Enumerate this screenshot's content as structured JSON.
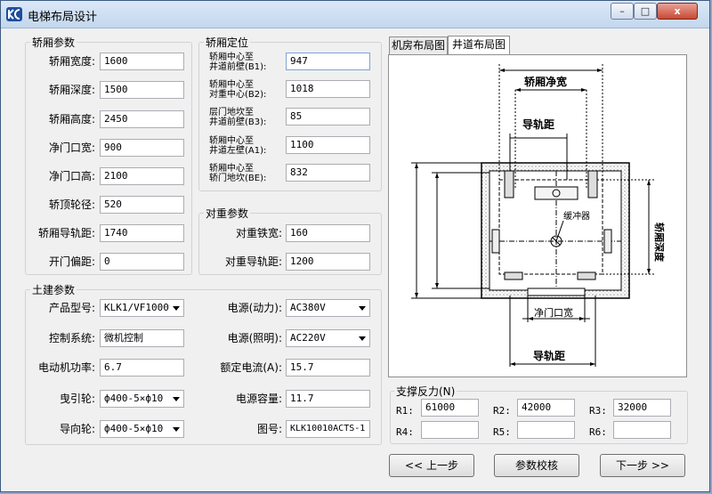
{
  "window": {
    "title": "电梯布局设计",
    "controls": {
      "minimize": "–",
      "maximize": "□",
      "close": "x"
    }
  },
  "car_params": {
    "group_label": "轿厢参数",
    "rows": [
      {
        "label": "轿厢宽度:",
        "value": "1600"
      },
      {
        "label": "轿厢深度:",
        "value": "1500"
      },
      {
        "label": "轿厢高度:",
        "value": "2450"
      },
      {
        "label": "净门口宽:",
        "value": "900"
      },
      {
        "label": "净门口高:",
        "value": "2100"
      },
      {
        "label": "轿顶轮径:",
        "value": "520"
      },
      {
        "label": "轿厢导轨距:",
        "value": "1740"
      },
      {
        "label": "开门偏距:",
        "value": "0"
      }
    ]
  },
  "car_position": {
    "group_label": "轿厢定位",
    "rows": [
      {
        "label1": "轿厢中心至",
        "label2": "井道前壁(B1):",
        "value": "947"
      },
      {
        "label1": "轿厢中心至",
        "label2": "对重中心(B2):",
        "value": "1018"
      },
      {
        "label1": "层门地坎至",
        "label2": "井道前壁(B3):",
        "value": "85"
      },
      {
        "label1": "轿厢中心至",
        "label2": "井道左壁(A1):",
        "value": "1100"
      },
      {
        "label1": "轿厢中心至",
        "label2": "轿门地坎(BE):",
        "value": "832"
      }
    ]
  },
  "counterweight": {
    "group_label": "对重参数",
    "rows": [
      {
        "label": "对重铁宽:",
        "value": "160"
      },
      {
        "label": "对重导轨距:",
        "value": "1200"
      }
    ]
  },
  "civil": {
    "group_label": "土建参数",
    "left": [
      {
        "label": "产品型号:",
        "value": "KLK1/VF1000",
        "type": "select"
      },
      {
        "label": "控制系统:",
        "value": "微机控制",
        "type": "input"
      },
      {
        "label": "电动机功率:",
        "value": "6.7",
        "type": "input"
      },
      {
        "label": "曳引轮:",
        "value": "ф400-5×ф10",
        "type": "select"
      },
      {
        "label": "导向轮:",
        "value": "ф400-5×ф10",
        "type": "select"
      }
    ],
    "right": [
      {
        "label": "电源(动力):",
        "value": "AC380V",
        "type": "select"
      },
      {
        "label": "电源(照明):",
        "value": "AC220V",
        "type": "select"
      },
      {
        "label": "额定电流(A):",
        "value": "15.7",
        "type": "input"
      },
      {
        "label": "电源容量:",
        "value": "11.7",
        "type": "input"
      },
      {
        "label": "图号:",
        "value": "KLK10010ACTS-1",
        "type": "input"
      }
    ]
  },
  "tabs": [
    {
      "label": "机房布局图",
      "active": false
    },
    {
      "label": "井道布局图",
      "active": true
    }
  ],
  "diagram": {
    "labels": {
      "car_width": "轿厢净宽",
      "guide_top": "导轨距",
      "buffer": "缓冲器",
      "car_depth": "轿厢深度",
      "door_width": "净门口宽",
      "guide_bottom": "导轨距"
    }
  },
  "support": {
    "group_label": "支撑反力(N)",
    "fields": [
      {
        "label": "R1:",
        "value": "61000"
      },
      {
        "label": "R2:",
        "value": "42000"
      },
      {
        "label": "R3:",
        "value": "32000"
      },
      {
        "label": "R4:",
        "value": ""
      },
      {
        "label": "R5:",
        "value": ""
      },
      {
        "label": "R6:",
        "value": ""
      }
    ]
  },
  "buttons": {
    "prev": "<< 上一步",
    "check": "参数校核",
    "next": "下一步 >>"
  }
}
